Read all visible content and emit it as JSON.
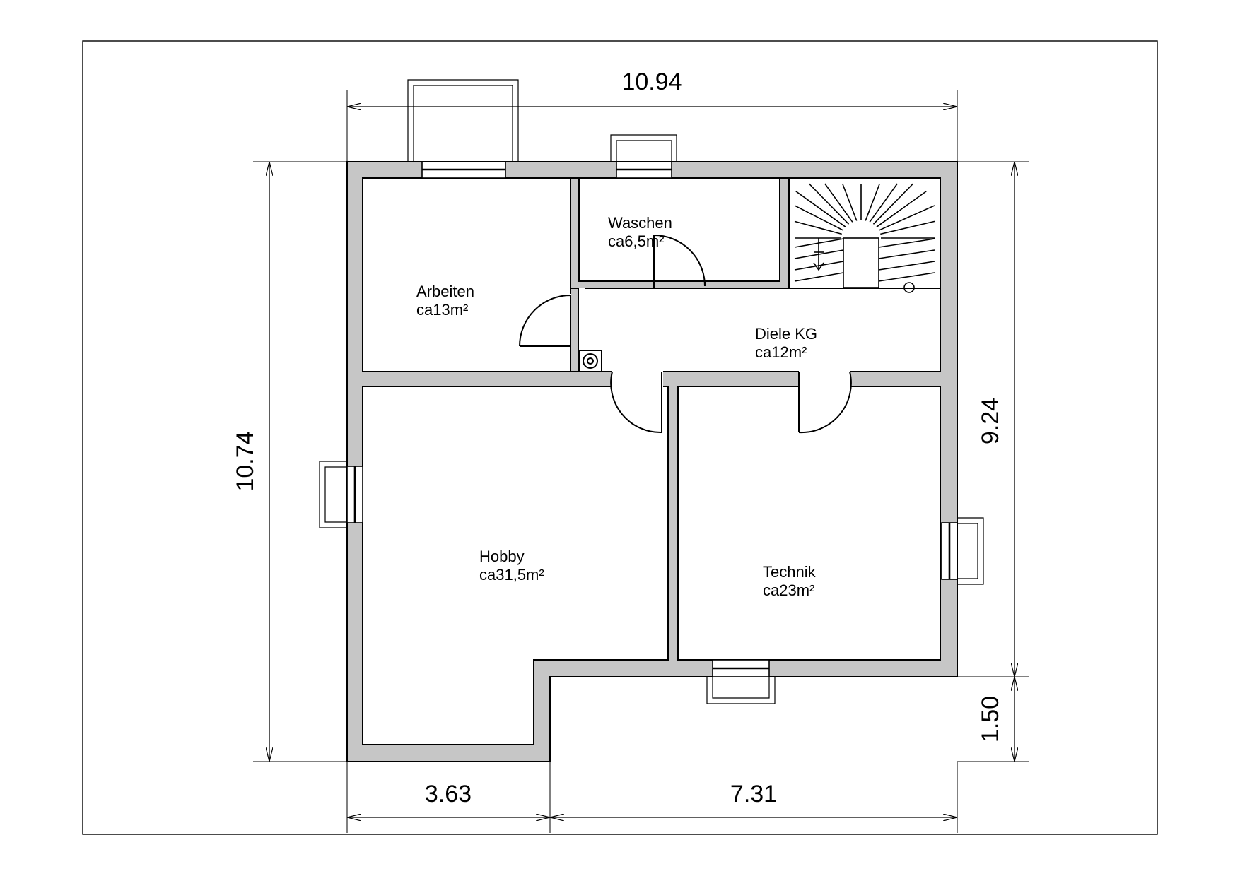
{
  "rooms": [
    {
      "name": "Arbeiten",
      "area": "ca13m²"
    },
    {
      "name": "Waschen",
      "area": "ca6,5m²"
    },
    {
      "name": "Diele KG",
      "area": "ca12m²"
    },
    {
      "name": "Hobby",
      "area": "ca31,5m²"
    },
    {
      "name": "Technik",
      "area": "ca23m²"
    }
  ],
  "dimensions": {
    "top_total": "10.94",
    "left_total": "10.74",
    "right_upper": "9.24",
    "right_lower": "1.50",
    "bottom_left": "3.63",
    "bottom_right": "7.31"
  },
  "colors": {
    "wall_fill": "#c6c6c6",
    "line": "#000000",
    "background": "#ffffff"
  }
}
